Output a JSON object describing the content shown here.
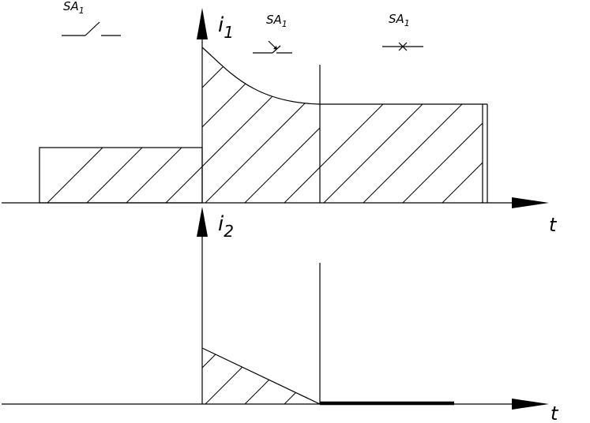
{
  "labels": {
    "i1_main": "i",
    "i1_sub": "1",
    "i2_main": "i",
    "i2_sub": "2",
    "t_top": "t",
    "t_bottom": "t",
    "sa_left_main": "SA",
    "sa_left_sub": "1",
    "sa_mid_main": "SA",
    "sa_mid_sub": "1",
    "sa_right_main": "SA",
    "sa_right_sub": "1"
  }
}
